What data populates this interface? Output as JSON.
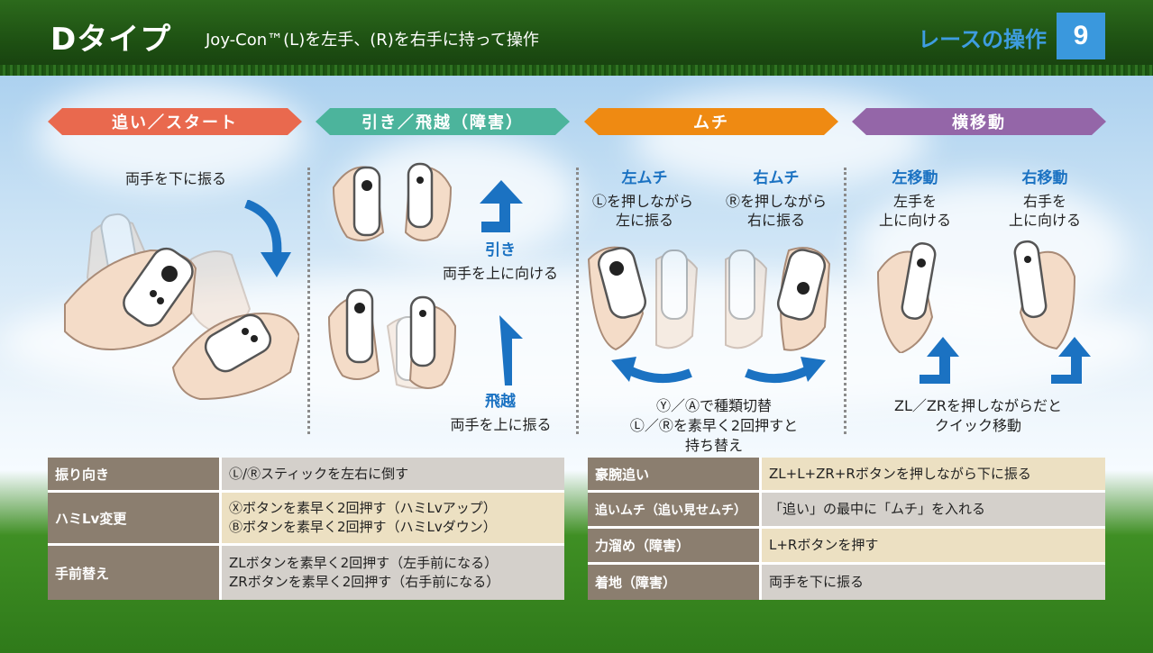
{
  "header": {
    "title": "Dタイプ",
    "subtitle": "Joy-Con™(L)を左手、(R)を右手に持って操作",
    "section": "レースの操作",
    "page": "9"
  },
  "colors": {
    "chase": "#e9694e",
    "pull": "#4cb49c",
    "whip": "#ef8a12",
    "lateral": "#9466a8",
    "accent_blue": "#1b72c2",
    "header_green": "#1d4f12"
  },
  "sections": {
    "chase": {
      "label": "追い／スタート",
      "instruction": "両手を下に振る"
    },
    "pull": {
      "label": "引き／飛越（障害）",
      "pull_title": "引き",
      "pull_desc": "両手を上に向ける",
      "jump_title": "飛越",
      "jump_desc": "両手を上に振る"
    },
    "whip": {
      "label": "ムチ",
      "left_title": "左ムチ",
      "left_desc_1": "Ⓛを押しながら",
      "left_desc_2": "左に振る",
      "right_title": "右ムチ",
      "right_desc_1": "Ⓡを押しながら",
      "right_desc_2": "右に振る",
      "note_1": "Ⓨ／Ⓐで種類切替",
      "note_2": "Ⓛ／Ⓡを素早く2回押すと",
      "note_3": "持ち替え"
    },
    "lateral": {
      "label": "横移動",
      "left_title": "左移動",
      "left_desc_1": "左手を",
      "left_desc_2": "上に向ける",
      "right_title": "右移動",
      "right_desc_1": "右手を",
      "right_desc_2": "上に向ける",
      "note_1": "ZL／ZRを押しながらだと",
      "note_2": "クイック移動"
    }
  },
  "table_left": [
    {
      "label": "振り向き",
      "lines": [
        "Ⓛ/Ⓡスティックを左右に倒す"
      ]
    },
    {
      "label": "ハミLv変更",
      "lines": [
        "Ⓧボタンを素早く2回押す（ハミLvアップ）",
        "Ⓑボタンを素早く2回押す（ハミLvダウン）"
      ]
    },
    {
      "label": "手前替え",
      "lines": [
        "ZLボタンを素早く2回押す（左手前になる）",
        "ZRボタンを素早く2回押す（右手前になる）"
      ]
    }
  ],
  "table_right": [
    {
      "label": "豪腕追い",
      "lines": [
        "ZL+L+ZR+Rボタンを押しながら下に振る"
      ]
    },
    {
      "label": "追いムチ（追い見せムチ）",
      "lines": [
        "「追い」の最中に「ムチ」を入れる"
      ]
    },
    {
      "label": "力溜め（障害）",
      "lines": [
        "L+Rボタンを押す"
      ]
    },
    {
      "label": "着地（障害）",
      "lines": [
        "両手を下に振る"
      ]
    }
  ],
  "icons": {
    "down_curve_arrow": "curved-arrow-down-icon",
    "up_arrow": "arrow-up-icon",
    "up_curve_arrow": "curved-arrow-up-icon",
    "left_curve_arrow": "curved-arrow-left-icon",
    "right_curve_arrow": "curved-arrow-right-icon",
    "controller": "joycon-hand-icon"
  }
}
